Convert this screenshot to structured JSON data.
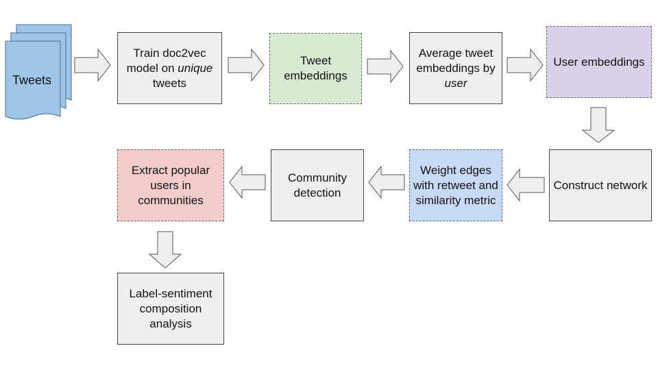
{
  "colors": {
    "grey_box": "#efefef",
    "green_box": "#d9ead3",
    "purple_box": "#d9d2e9",
    "blue_box": "#c9daf8",
    "red_box": "#f4cccc",
    "document": "#9fc5e8",
    "arrow_fill": "#efefef",
    "arrow_stroke": "#555555"
  },
  "nodes": {
    "tweets": {
      "label": "Tweets",
      "icon": "document-stack-icon"
    },
    "train": {
      "pre": "Train doc2vec model on ",
      "em": "unique",
      "post": " tweets"
    },
    "tweet_emb": {
      "label": "Tweet embeddings"
    },
    "average": {
      "pre": "Average tweet embeddings by ",
      "em": "user",
      "post": ""
    },
    "user_emb": {
      "label": "User embeddings"
    },
    "construct": {
      "label": "Construct network"
    },
    "weight": {
      "label": "Weight edges with retweet and similarity metric"
    },
    "community": {
      "label": "Community detection"
    },
    "extract": {
      "label": "Extract popular users in communities"
    },
    "label_sent": {
      "label": "Label-sentiment composition analysis"
    }
  }
}
